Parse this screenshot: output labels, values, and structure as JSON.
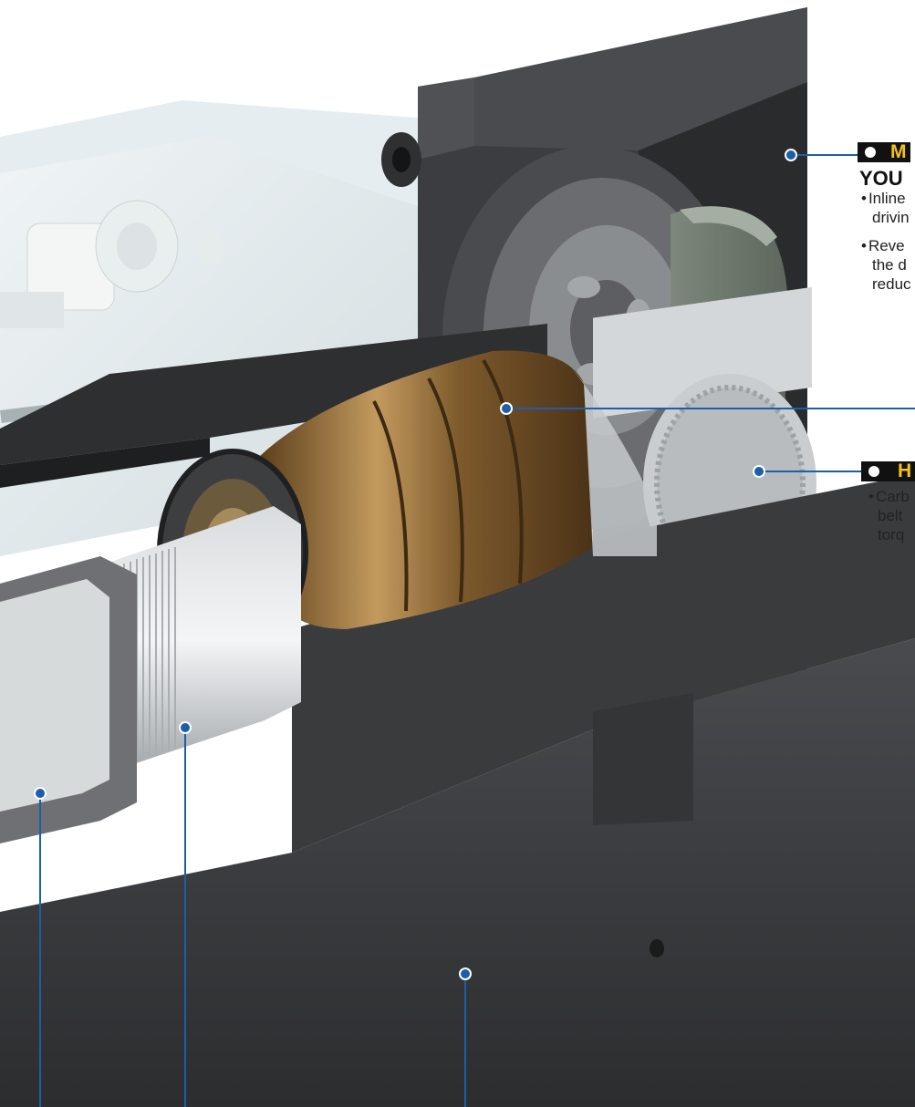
{
  "callouts": {
    "top": {
      "tag": "M",
      "subhead": "YOU",
      "bullets": [
        {
          "first": "Inline",
          "rest": "drivin"
        },
        {
          "first": "Reve",
          "rest": [
            "the d",
            "reduc"
          ]
        }
      ]
    },
    "belt": {
      "tag": "H",
      "bullets": [
        {
          "first": "Carb",
          "rest": [
            "belt",
            "torq"
          ]
        }
      ]
    }
  },
  "colors": {
    "housing": "#3a3b3d",
    "belt": "#6e7a6e",
    "bronze": "#8a6a3c",
    "callout_line": "#1b5fa8",
    "tag_bg": "#111111",
    "tag_text": "#f6c21a"
  }
}
